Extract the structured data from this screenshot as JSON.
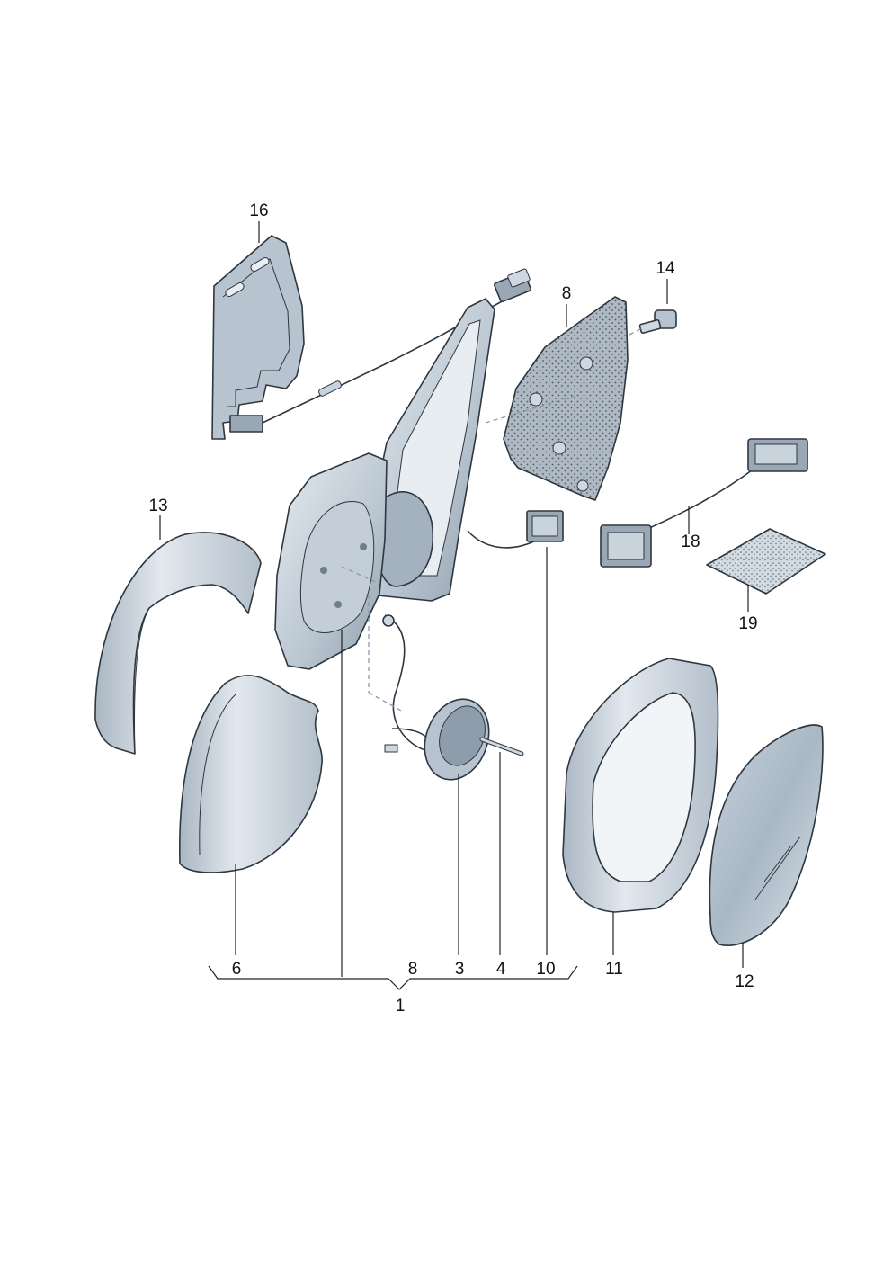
{
  "labels": {
    "l1": "1",
    "l3": "3",
    "l4": "4",
    "l6": "6",
    "l8a": "8",
    "l8b": "8",
    "l10": "10",
    "l11": "11",
    "l12": "12",
    "l13": "13",
    "l14": "14",
    "l16": "16",
    "l18": "18",
    "l19": "19"
  },
  "colors": {
    "part_fill": "#cfd8e0",
    "part_shade": "#9eabb8",
    "part_dark": "#6f7e8c",
    "outline": "#2e3640"
  }
}
